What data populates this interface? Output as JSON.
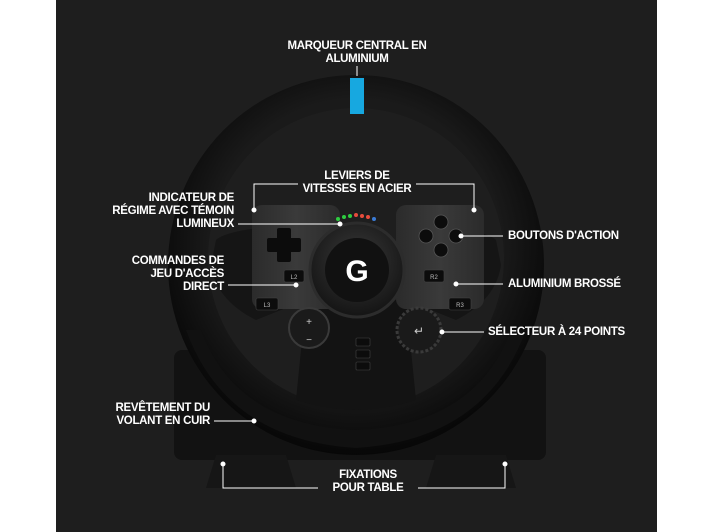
{
  "callouts": {
    "center_marker": [
      "MARQUEUR CENTRAL EN",
      "ALUMINIUM"
    ],
    "paddles": [
      "LEVIERS DE",
      "VITESSES EN ACIER"
    ],
    "rpm": [
      "INDICATEUR DE",
      "RÉGIME AVEC TÉMOIN",
      "LUMINEUX"
    ],
    "action_buttons": [
      "BOUTONS D'ACTION"
    ],
    "game_controls": [
      "COMMANDES DE",
      "JEU D'ACCÈS",
      "DIRECT"
    ],
    "aluminium": [
      "ALUMINIUM BROSSÉ"
    ],
    "selector": [
      "SÉLECTEUR À 24 POINTS"
    ],
    "leather": [
      "REVÊTEMENT DU",
      "VOLANT EN CUIR"
    ],
    "mounts": [
      "FIXATIONS",
      "POUR TABLE"
    ]
  },
  "wheel_buttons": {
    "l2": "L2",
    "r2": "R2",
    "l3": "L3",
    "r3": "R3",
    "plus": "+",
    "minus": "−",
    "enter": "↵",
    "logo": "G"
  },
  "colors": {
    "background": "#1e1e1e",
    "marker": "#17a8e0",
    "text": "#ffffff",
    "leather": "#0f0f0f"
  }
}
